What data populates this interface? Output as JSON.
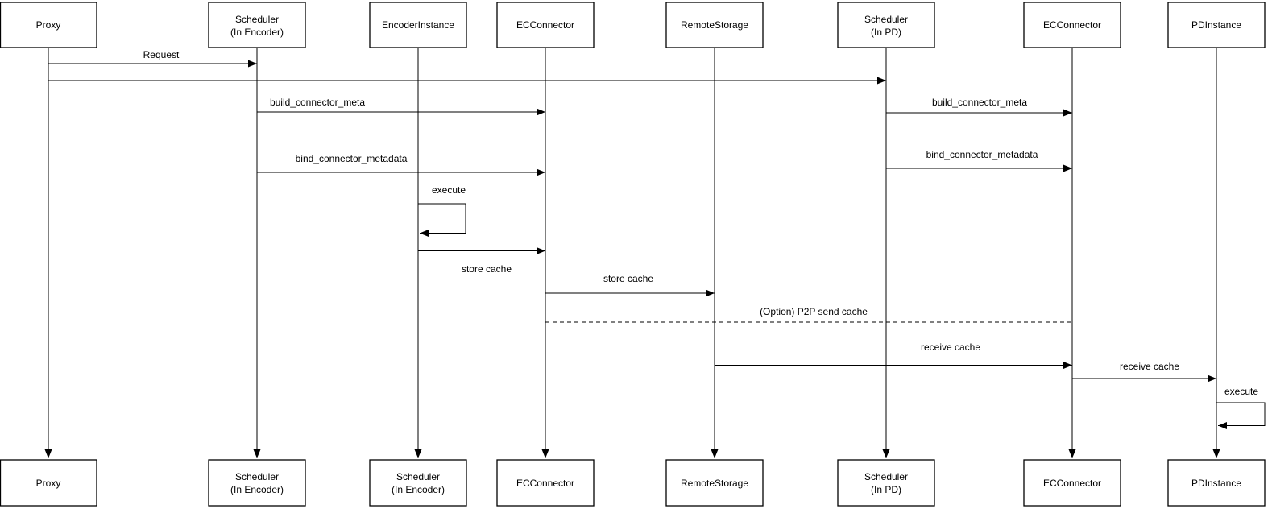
{
  "diagram": {
    "type": "uml-sequence-diagram",
    "actors_top": [
      {
        "line1": "Proxy",
        "line2": ""
      },
      {
        "line1": "Scheduler",
        "line2": "(In Encoder)"
      },
      {
        "line1": "EncoderInstance",
        "line2": ""
      },
      {
        "line1": "ECConnector",
        "line2": ""
      },
      {
        "line1": "RemoteStorage",
        "line2": ""
      },
      {
        "line1": "Scheduler",
        "line2": "(In PD)"
      },
      {
        "line1": "ECConnector",
        "line2": ""
      },
      {
        "line1": "PDInstance",
        "line2": ""
      }
    ],
    "actors_bottom": [
      {
        "line1": "Proxy",
        "line2": ""
      },
      {
        "line1": "Scheduler",
        "line2": "(In Encoder)"
      },
      {
        "line1": "Scheduler",
        "line2": "(In Encoder)"
      },
      {
        "line1": "ECConnector",
        "line2": ""
      },
      {
        "line1": "RemoteStorage",
        "line2": ""
      },
      {
        "line1": "Scheduler",
        "line2": "(In PD)"
      },
      {
        "line1": "ECConnector",
        "line2": ""
      },
      {
        "line1": "PDInstance",
        "line2": ""
      }
    ],
    "messages": {
      "request": "Request",
      "build_connector_meta_left": "build_connector_meta",
      "bind_connector_metadata_left": "bind_connector_metadata",
      "execute_encoder": "execute",
      "store_cache_encoder_to_ec": "store cache",
      "store_cache_ec_to_remote": "store cache",
      "p2p_send_cache": "(Option) P2P send cache",
      "build_connector_meta_right": "build_connector_meta",
      "bind_connector_metadata_right": "bind_connector_metadata",
      "receive_cache_remote_to_ec": "receive cache",
      "receive_cache_ec_to_pd": "receive cache",
      "execute_pd": "execute"
    },
    "colors": {
      "line": "#000000",
      "box_fill": "#ffffff",
      "text": "#000000",
      "background": "#ffffff"
    }
  }
}
